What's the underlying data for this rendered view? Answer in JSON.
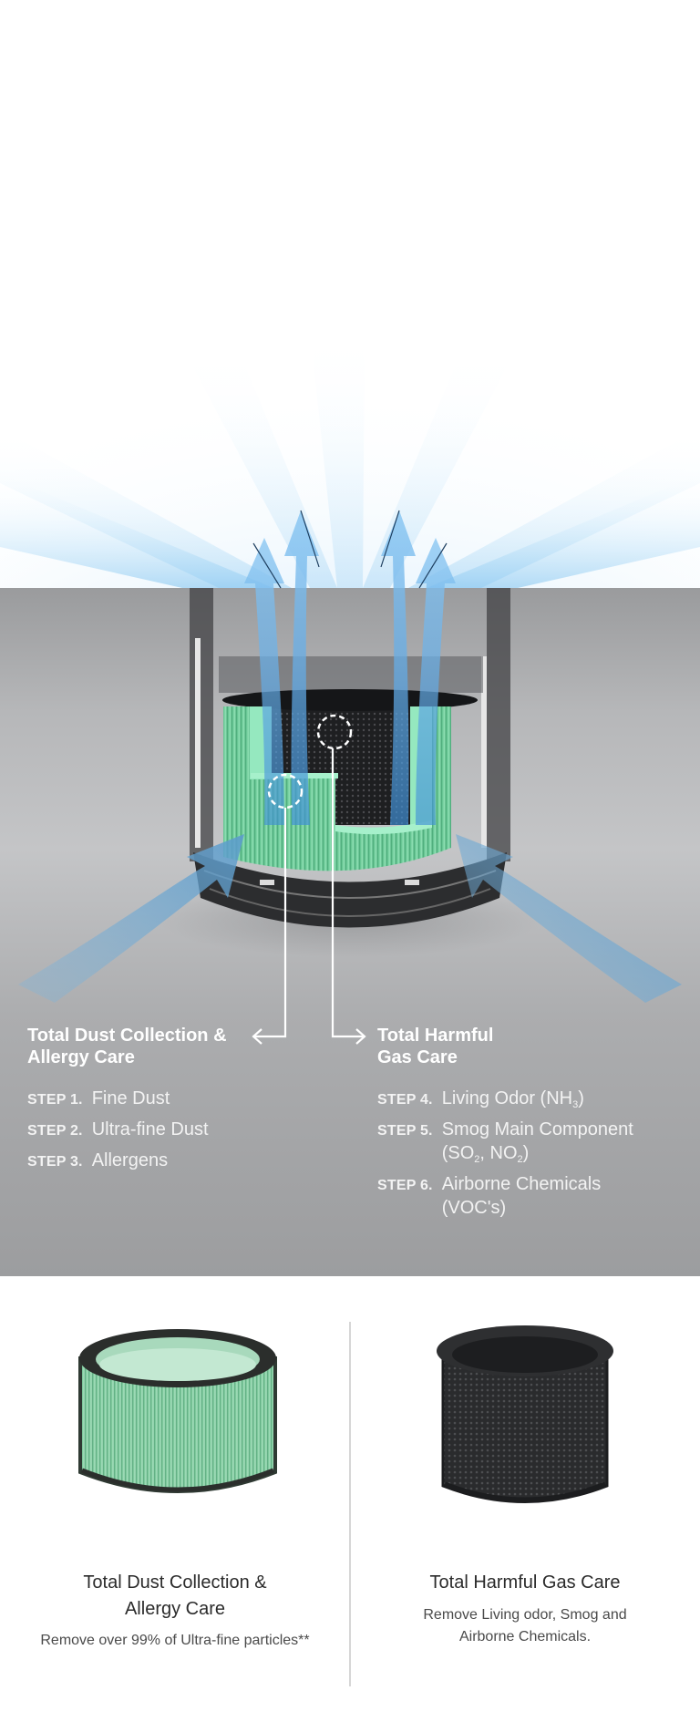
{
  "colors": {
    "panel_gray": "#9c9d9f",
    "arrow_blue": "#6fb4e8",
    "filter_green": "#7fd6a4",
    "deodorizer_black": "#2b2b2d",
    "panel_text": "#ffffff",
    "product_text": "#2b2b2b",
    "divider": "#d6d6d6"
  },
  "diagram": {
    "icons": {
      "outflow_arrows": "up-arrow-icon",
      "inflow_arrows": "curved-arrow-icon",
      "focus_markers": "dashed-circle-icon",
      "left_connector": "left-arrow-icon",
      "right_connector": "right-arrow-icon"
    },
    "left": {
      "title_line1": "Total Dust Collection &",
      "title_line2": "Allergy Care",
      "steps": [
        {
          "label": "STEP 1.",
          "text": "Fine Dust"
        },
        {
          "label": "STEP 2.",
          "text": "Ultra-fine Dust"
        },
        {
          "label": "STEP 3.",
          "text": "Allergens"
        }
      ]
    },
    "right": {
      "title_line1": "Total Harmful",
      "title_line2": "Gas Care",
      "steps": [
        {
          "label": "STEP 4.",
          "text_main": "Living Odor (NH",
          "sub": "3",
          "text_end": ")"
        },
        {
          "label": "STEP 5.",
          "text_main": "Smog Main Component",
          "line2_a": "(SO",
          "sub_a": "2",
          "line2_b": ", NO",
          "sub_b": "2",
          "line2_c": ")"
        },
        {
          "label": "STEP 6.",
          "text_main": "Airborne Chemicals",
          "line2": "(VOC's)"
        }
      ]
    }
  },
  "products": [
    {
      "name_line1": "Total Dust Collection &",
      "name_line2": "Allergy Care",
      "desc_line1": "Remove over 99% of Ultra-fine particles**",
      "image": "green-hepa-filter-icon"
    },
    {
      "name_line1": "Total Harmful Gas Care",
      "desc_line1": "Remove Living odor, Smog and",
      "desc_line2": "Airborne Chemicals.",
      "image": "black-deodorization-filter-icon"
    }
  ]
}
